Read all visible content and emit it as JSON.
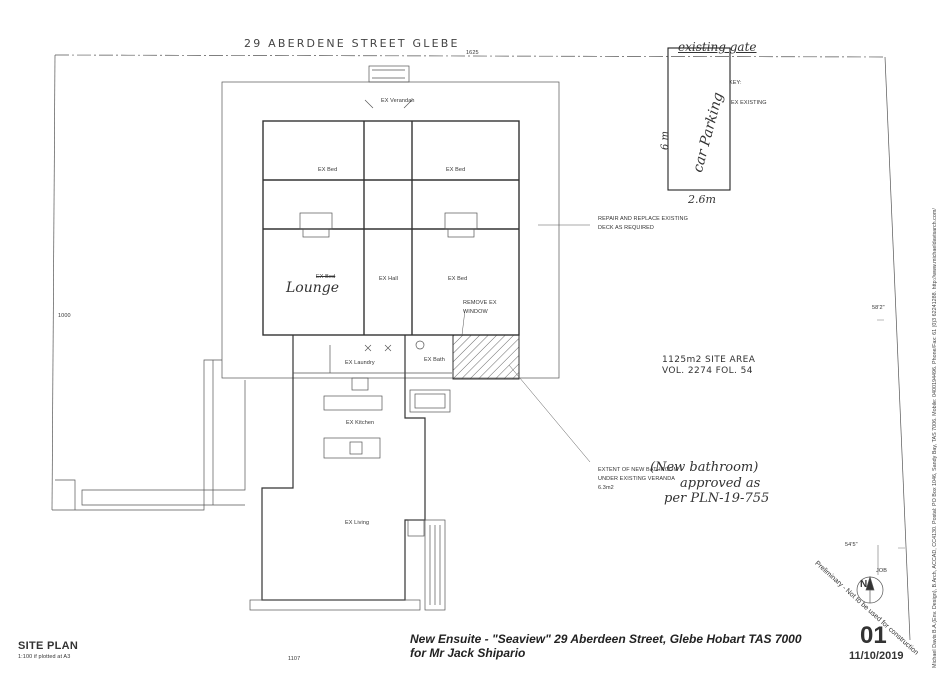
{
  "street": "29 ABERDENE STREET GLEBE",
  "dims": {
    "top": "1625",
    "left": "1000",
    "bottom": "1107",
    "right_upper": "58'2\"",
    "right_lower": "54'5\""
  },
  "rooms": {
    "veranda": "EX Verandah",
    "bed_nw": "EX Bed",
    "bed_ne": "EX Bed",
    "bed_sw_struck": "EX Bed",
    "bed_se": "EX Bed",
    "hall": "EX Hall",
    "laundry": "EX Laundry",
    "bath": "EX Bath",
    "kitchen": "EX Kitchen",
    "living": "EX Living"
  },
  "handwritten": {
    "lounge": "Lounge",
    "existing_gate": "existing gate",
    "car_parking": "car Parking",
    "dim_6m": "6 m",
    "dim_26m": "2.6m",
    "new_bathroom_1": "(New bathroom)",
    "new_bathroom_2": "approved as",
    "new_bathroom_3": "per PLN-19-755"
  },
  "notes": {
    "repair_1": "REPAIR AND REPLACE EXISTING",
    "repair_2": "DECK AS REQUIRED",
    "remove_1": "REMOVE EX",
    "remove_2": "WINDOW",
    "extent_1": "EXTENT OF NEW BATHROOM",
    "extent_2": "UNDER EXISTING VERANDA",
    "extent_3": "6.3m2",
    "key": "KEY:",
    "existing": "EX    EXISTING"
  },
  "site_area": {
    "line1": "1125m2  SITE AREA",
    "line2": "VOL. 2274  FOL. 54"
  },
  "title": {
    "label": "SITE PLAN",
    "scale": "1:100 if plotted at A3",
    "project": "New Ensuite - \"Seaview\" 29 Aberdeen Street, Glebe Hobart TAS 7000",
    "client": "for Mr Jack Shipario",
    "sheet": "01",
    "date": "11/10/2019"
  },
  "stamp": "Preliminary - Not to be used for construction",
  "north": "N",
  "job": "JOB",
  "designer": "Michael Davis B.A.(Env. Design), B.Arch, ACCAD, CC4130. Postal: PO Box 1046, Sandy Bay, TAS 7006. Mobile: 0400194496. Phone/Fax: 61 (0)3 62241288. http://www.michaeldavisarch.com/"
}
